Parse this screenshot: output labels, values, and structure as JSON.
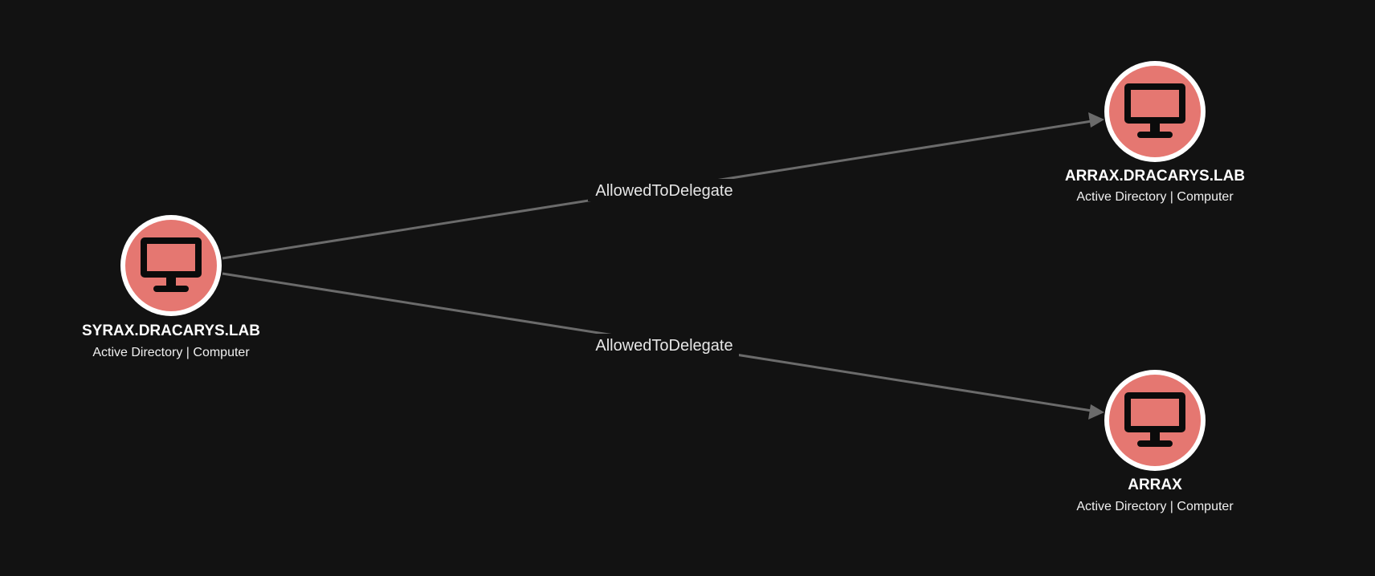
{
  "colors": {
    "background": "#121212",
    "edge": "#6b6b6b",
    "node_fill": "#e57771",
    "node_ring": "#ffffff",
    "icon": "#0b0b0b"
  },
  "nodes": [
    {
      "id": "syrax",
      "name": "SYRAX.DRACARYS.LAB",
      "subtitle": "Active Directory | Computer",
      "icon": "computer-monitor-icon"
    },
    {
      "id": "arrax_lab",
      "name": "ARRAX.DRACARYS.LAB",
      "subtitle": "Active Directory | Computer",
      "icon": "computer-monitor-icon"
    },
    {
      "id": "arrax",
      "name": "ARRAX",
      "subtitle": "Active Directory | Computer",
      "icon": "computer-monitor-icon"
    }
  ],
  "edges": [
    {
      "from": "syrax",
      "to": "arrax_lab",
      "label": "AllowedToDelegate"
    },
    {
      "from": "syrax",
      "to": "arrax",
      "label": "AllowedToDelegate"
    }
  ]
}
